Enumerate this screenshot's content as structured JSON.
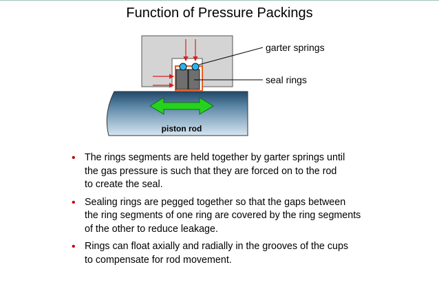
{
  "title": "Function of Pressure Packings",
  "diagram": {
    "labels": {
      "garter_springs": "garter springs",
      "seal_rings": "seal rings",
      "piston_rod": "piston rod"
    },
    "colors": {
      "housing": "#d4d4d4",
      "rod": "#3e6787",
      "seal_ring": "#6f6f6f",
      "spring": "#2ab3ea",
      "pressure_arrow": "#e01c1c",
      "motion_arrow": "#27d21e",
      "gap_outline": "#e85a1e"
    }
  },
  "bullets": [
    {
      "lines": [
        "The rings segments are held together by garter springs until",
        "the gas pressure is such that they are forced on to the rod",
        "to create the seal."
      ]
    },
    {
      "lines": [
        "Sealing rings are pegged together so that the gaps between",
        "the ring segments of one ring are covered by the ring segments",
        "of the other to reduce leakage."
      ]
    },
    {
      "lines": [
        "Rings can float axially and radially in the grooves of the cups",
        "to compensate for rod movement."
      ]
    }
  ]
}
